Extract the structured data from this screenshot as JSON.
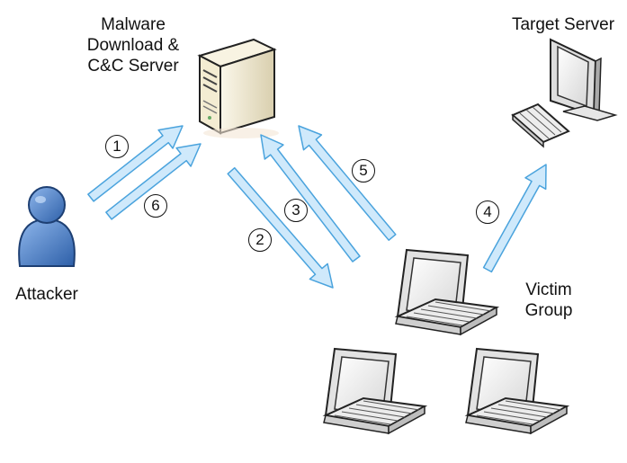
{
  "labels": {
    "server": [
      "Malware",
      "Download &",
      "C&C Server"
    ],
    "target": "Target Server",
    "attacker": "Attacker",
    "victim": [
      "Victim",
      "Group"
    ]
  },
  "steps": [
    "1",
    "2",
    "3",
    "4",
    "5",
    "6"
  ],
  "colors": {
    "arrow_fill": "#cfe9fb",
    "arrow_stroke": "#4aa3dd",
    "person_body": "#4a7fc4",
    "server_case": "#efe7cf",
    "laptop_body": "#e8e8e8"
  },
  "icons": {
    "server": "server-tower-icon",
    "target": "desktop-computer-icon",
    "attacker": "user-person-icon",
    "victims": "laptop-icon"
  }
}
